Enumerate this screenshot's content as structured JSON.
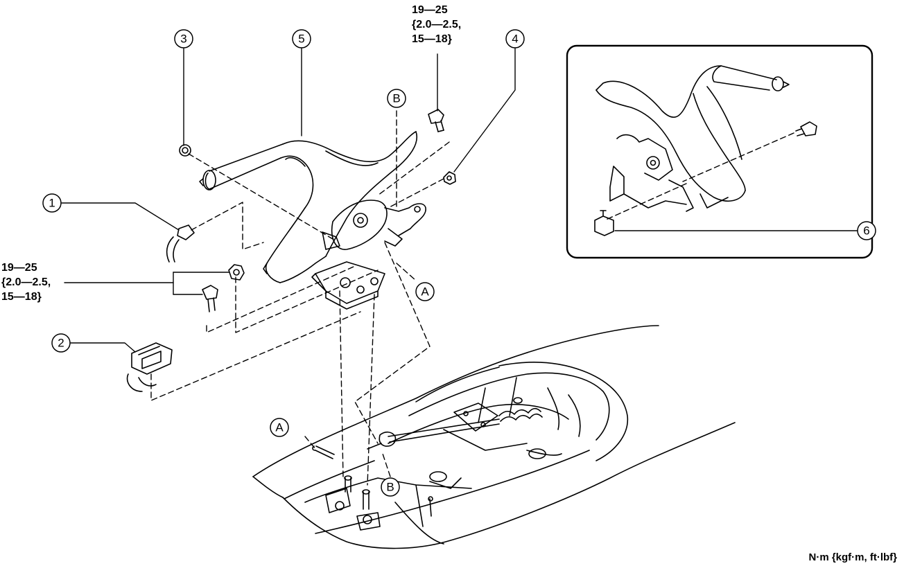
{
  "callouts": {
    "c1": "1",
    "c2": "2",
    "c3": "3",
    "c4": "4",
    "c5": "5",
    "c6": "6",
    "a_upper": "A",
    "a_lower": "A",
    "b_upper": "B",
    "b_lower": "B"
  },
  "torque_top": {
    "line1": "19—25",
    "line2": "{2.0—2.5,",
    "line3": "15—18}"
  },
  "torque_left": {
    "line1": "19—25",
    "line2": "{2.0—2.5,",
    "line3": "15—18}"
  },
  "units_label": "N·m {kgf·m, ft·lbf}"
}
